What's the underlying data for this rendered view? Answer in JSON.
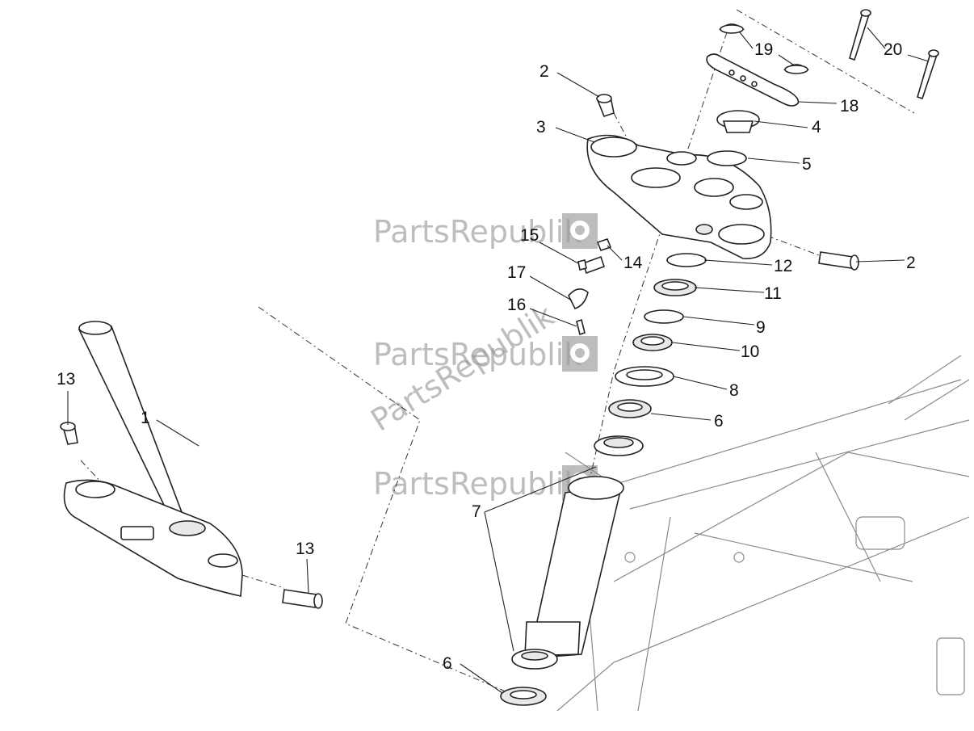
{
  "watermark": {
    "brand": "PartsRepublik"
  },
  "callouts": {
    "c1": "1",
    "c2a": "2",
    "c2b": "2",
    "c3": "3",
    "c4": "4",
    "c5": "5",
    "c6a": "6",
    "c6b": "6",
    "c7": "7",
    "c8": "8",
    "c9": "9",
    "c10": "10",
    "c11": "11",
    "c12": "12",
    "c13a": "13",
    "c13b": "13",
    "c14": "14",
    "c15": "15",
    "c16": "16",
    "c17": "17",
    "c18": "18",
    "c19": "19",
    "c20": "20"
  },
  "colors": {
    "line": "#222222",
    "frame": "#8a8a8a",
    "watermark": "#9a9a9a"
  }
}
